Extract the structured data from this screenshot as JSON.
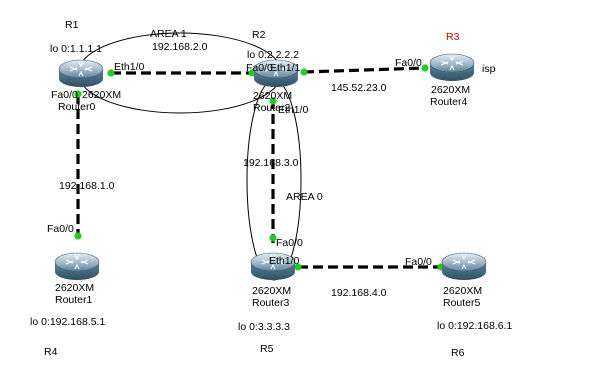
{
  "colors": {
    "link": "#000000",
    "port_up": "#22cc22",
    "router_body": "#4e7790",
    "router_highlight": "#d6e5ef",
    "area_outline": "#000000",
    "accent_label": "#d40000"
  },
  "routers": [
    {
      "id": "r1",
      "model": "2620XM",
      "name": "Router0",
      "tag": "R1",
      "loopback": "lo 0:1.1.1.1",
      "icon": "router-icon"
    },
    {
      "id": "r2",
      "model": "2620XM",
      "name": "Router2",
      "tag": "R2",
      "loopback": "lo 0:2.2.2.2",
      "icon": "router-icon"
    },
    {
      "id": "r3",
      "model": "2620XM",
      "name": "Router4",
      "tag": "R3",
      "note": "isp",
      "icon": "router-icon"
    },
    {
      "id": "r4",
      "model": "2620XM",
      "name": "Router1",
      "tag": "R4",
      "loopback": "lo 0:192.168.5.1",
      "icon": "router-icon"
    },
    {
      "id": "r5",
      "model": "2620XM",
      "name": "Router3",
      "tag": "R5",
      "loopback": "lo 0:3.3.3.3",
      "icon": "router-icon"
    },
    {
      "id": "r6",
      "model": "2620XM",
      "name": "Router5",
      "tag": "R6",
      "loopback": "lo 0:192.168.6.1",
      "icon": "router-icon"
    }
  ],
  "links": [
    {
      "id": "l12",
      "from": "r1",
      "to": "r2",
      "network": "192.168.2.0",
      "from_port": "Eth1/0",
      "to_port": "Fa0/0"
    },
    {
      "id": "l23",
      "from": "r2",
      "to": "r3",
      "network": "145.52.23.0",
      "from_port": "Eth1/1",
      "to_port": "Fa0/0"
    },
    {
      "id": "l14",
      "from": "r1",
      "to": "r4",
      "network": "192.168.1.0",
      "from_port": "Fa0/0",
      "to_port": "Fa0/0"
    },
    {
      "id": "l25",
      "from": "r2",
      "to": "r5",
      "network": "192.168.3.0",
      "from_port": "Eth1/0",
      "to_port": "Fa0/0"
    },
    {
      "id": "l56",
      "from": "r5",
      "to": "r6",
      "network": "192.168.4.0",
      "from_port": "Eth1/0",
      "to_port": "Fa0/0"
    }
  ],
  "areas": [
    {
      "id": "a1",
      "label": "AREA 1"
    },
    {
      "id": "a0",
      "label": "AREA 0"
    }
  ]
}
